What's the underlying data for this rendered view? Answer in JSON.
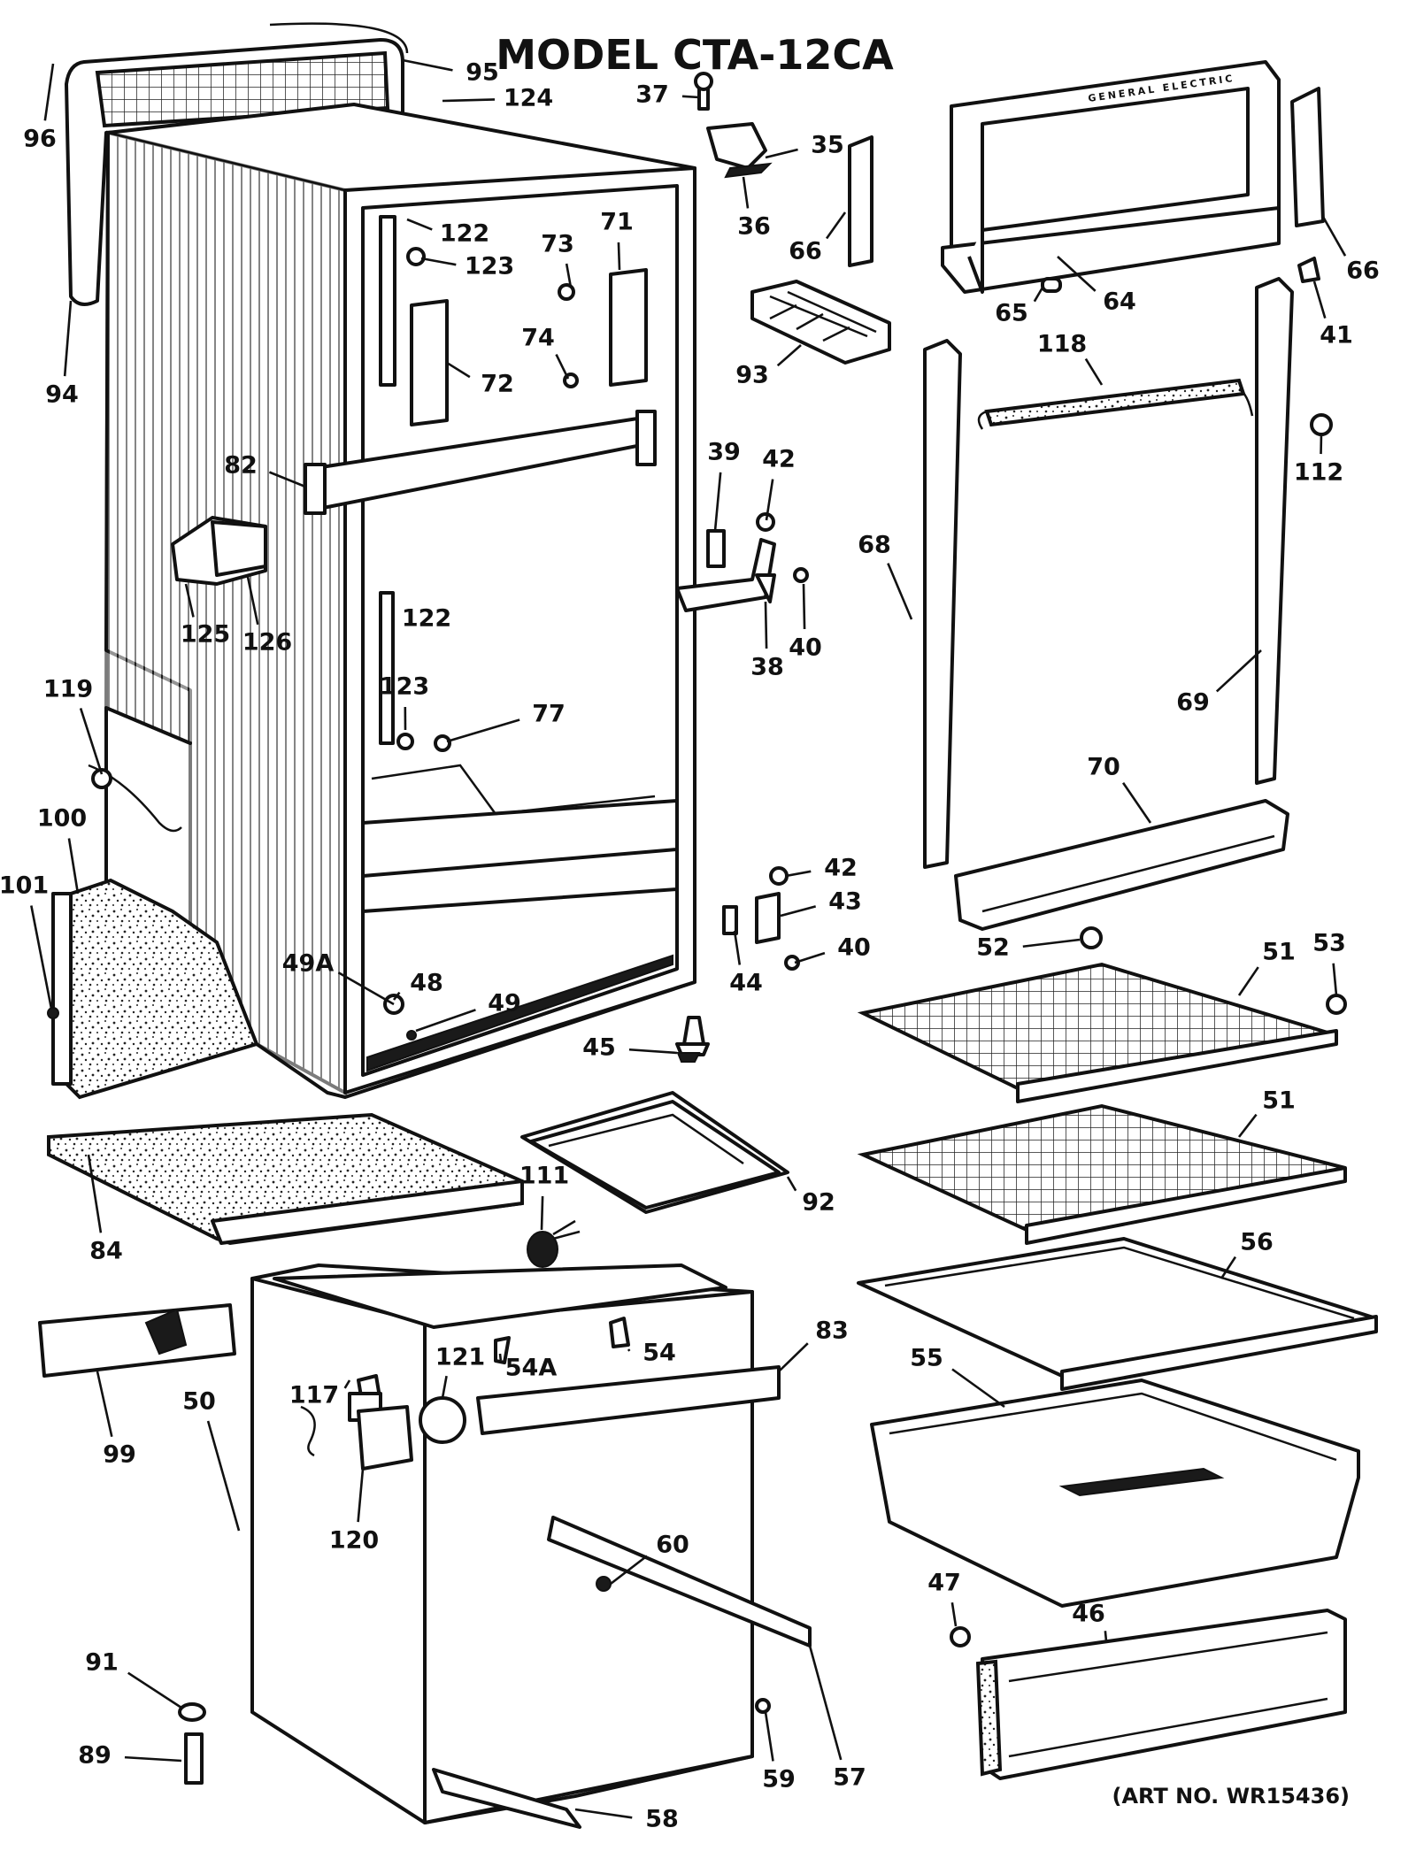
{
  "title": "MODEL CTA-12CA",
  "art_number": "(ART NO. WR15436)",
  "brand_mark": "GENERAL ELECTRIC",
  "callouts": [
    {
      "id": "95",
      "label": "95"
    },
    {
      "id": "96",
      "label": "96"
    },
    {
      "id": "124",
      "label": "124"
    },
    {
      "id": "94",
      "label": "94"
    },
    {
      "id": "122a",
      "label": "122"
    },
    {
      "id": "123a",
      "label": "123"
    },
    {
      "id": "73",
      "label": "73"
    },
    {
      "id": "71",
      "label": "71"
    },
    {
      "id": "72",
      "label": "72"
    },
    {
      "id": "74",
      "label": "74"
    },
    {
      "id": "82",
      "label": "82"
    },
    {
      "id": "125",
      "label": "125"
    },
    {
      "id": "126",
      "label": "126"
    },
    {
      "id": "122b",
      "label": "122"
    },
    {
      "id": "123b",
      "label": "123"
    },
    {
      "id": "77",
      "label": "77"
    },
    {
      "id": "119",
      "label": "119"
    },
    {
      "id": "100",
      "label": "100"
    },
    {
      "id": "101",
      "label": "101"
    },
    {
      "id": "49A",
      "label": "49A"
    },
    {
      "id": "48",
      "label": "48"
    },
    {
      "id": "49",
      "label": "49"
    },
    {
      "id": "37",
      "label": "37"
    },
    {
      "id": "35",
      "label": "35"
    },
    {
      "id": "36",
      "label": "36"
    },
    {
      "id": "66a",
      "label": "66"
    },
    {
      "id": "93",
      "label": "93"
    },
    {
      "id": "39",
      "label": "39"
    },
    {
      "id": "42a",
      "label": "42"
    },
    {
      "id": "38",
      "label": "38"
    },
    {
      "id": "40a",
      "label": "40"
    },
    {
      "id": "42b",
      "label": "42"
    },
    {
      "id": "43",
      "label": "43"
    },
    {
      "id": "44",
      "label": "44"
    },
    {
      "id": "40b",
      "label": "40"
    },
    {
      "id": "45",
      "label": "45"
    },
    {
      "id": "66b",
      "label": "66"
    },
    {
      "id": "64",
      "label": "64"
    },
    {
      "id": "65",
      "label": "65"
    },
    {
      "id": "41",
      "label": "41"
    },
    {
      "id": "118",
      "label": "118"
    },
    {
      "id": "112",
      "label": "112"
    },
    {
      "id": "68",
      "label": "68"
    },
    {
      "id": "69",
      "label": "69"
    },
    {
      "id": "70",
      "label": "70"
    },
    {
      "id": "52",
      "label": "52"
    },
    {
      "id": "51a",
      "label": "51"
    },
    {
      "id": "53",
      "label": "53"
    },
    {
      "id": "51b",
      "label": "51"
    },
    {
      "id": "84",
      "label": "84"
    },
    {
      "id": "92",
      "label": "92"
    },
    {
      "id": "111",
      "label": "111"
    },
    {
      "id": "56",
      "label": "56"
    },
    {
      "id": "99",
      "label": "99"
    },
    {
      "id": "117",
      "label": "117"
    },
    {
      "id": "121",
      "label": "121"
    },
    {
      "id": "54A",
      "label": "54A"
    },
    {
      "id": "54",
      "label": "54"
    },
    {
      "id": "83",
      "label": "83"
    },
    {
      "id": "55",
      "label": "55"
    },
    {
      "id": "120",
      "label": "120"
    },
    {
      "id": "50",
      "label": "50"
    },
    {
      "id": "47",
      "label": "47"
    },
    {
      "id": "46",
      "label": "46"
    },
    {
      "id": "91",
      "label": "91"
    },
    {
      "id": "60",
      "label": "60"
    },
    {
      "id": "89",
      "label": "89"
    },
    {
      "id": "59",
      "label": "59"
    },
    {
      "id": "57",
      "label": "57"
    },
    {
      "id": "58",
      "label": "58"
    }
  ]
}
